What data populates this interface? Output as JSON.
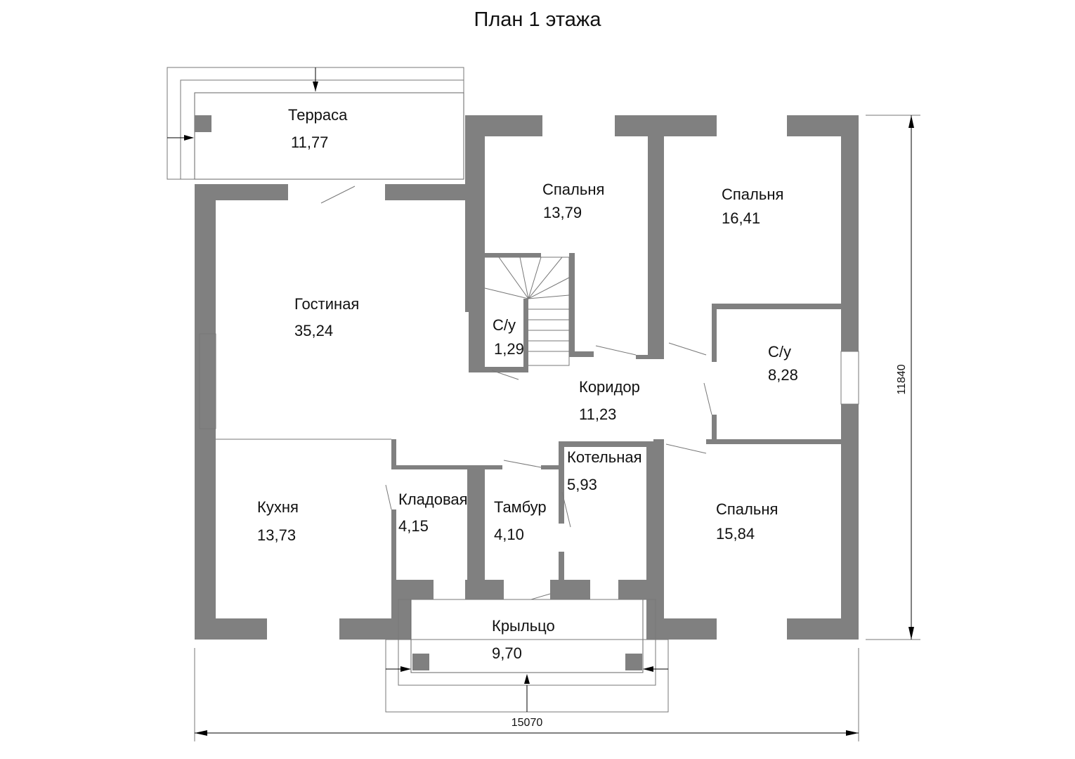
{
  "title": "План 1 этажа",
  "rooms": [
    {
      "name": "Терраса",
      "area": "11,77"
    },
    {
      "name": "Спальня",
      "area": "13,79"
    },
    {
      "name": "Спальня",
      "area": "16,41"
    },
    {
      "name": "Гостиная",
      "area": "35,24"
    },
    {
      "name": "С/у",
      "area": "1,29"
    },
    {
      "name": "С/у",
      "area": "8,28"
    },
    {
      "name": "Коридор",
      "area": "11,23"
    },
    {
      "name": "Котельная",
      "area": "5,93"
    },
    {
      "name": "Кухня",
      "area": "13,73"
    },
    {
      "name": "Кладовая",
      "area": "4,15"
    },
    {
      "name": "Тамбур",
      "area": "4,10"
    },
    {
      "name": "Спальня",
      "area": "15,84"
    },
    {
      "name": "Крыльцо",
      "area": "9,70"
    }
  ],
  "dimensions": {
    "width": "15070",
    "height": "11840"
  },
  "colors": {
    "wall": "#808080",
    "line": "#777777"
  }
}
